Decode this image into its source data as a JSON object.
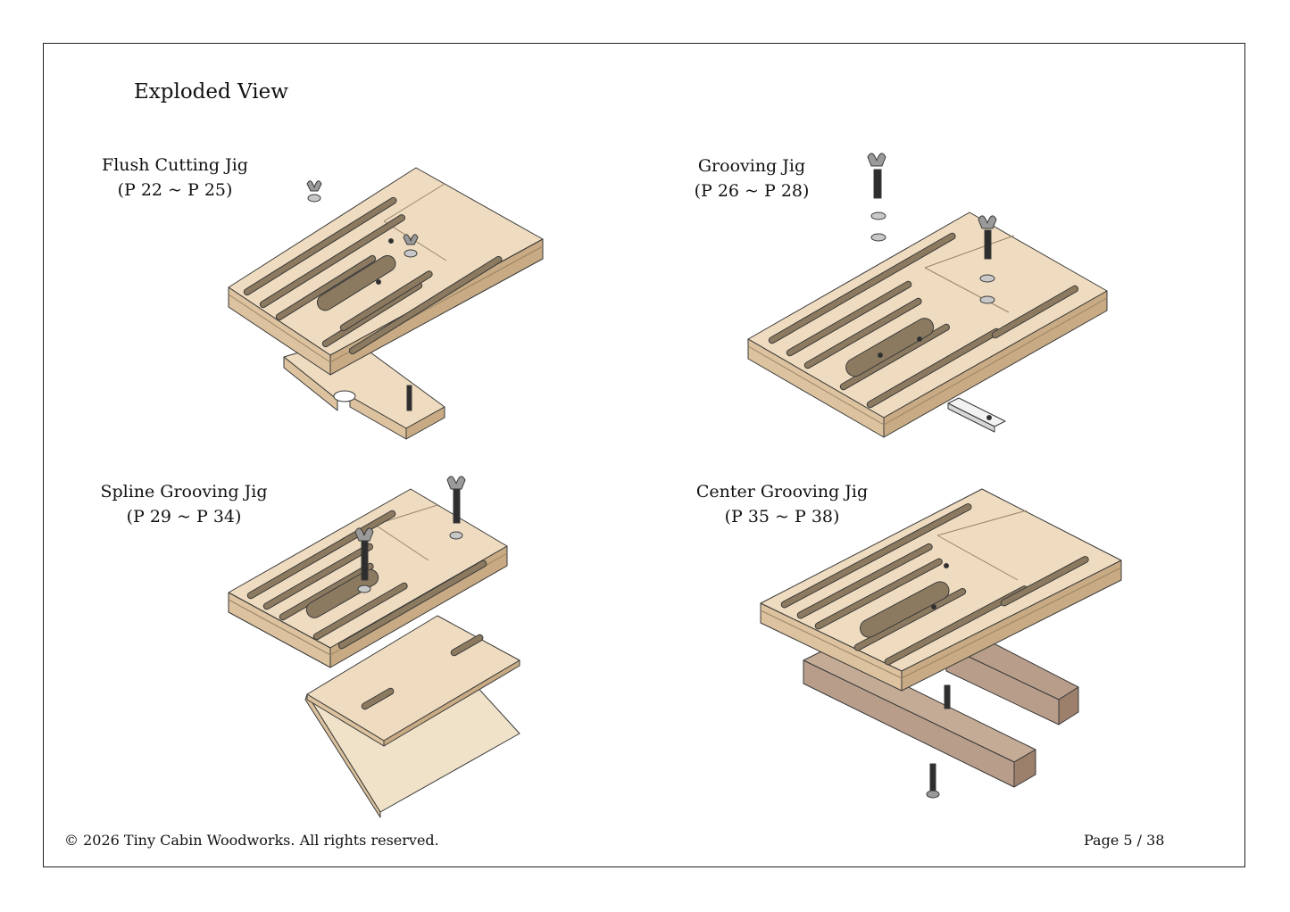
{
  "page_title": "Exploded View",
  "jigs": [
    {
      "name": "Flush Cutting Jig",
      "pages": "(P 22 ~ P 25)"
    },
    {
      "name": "Grooving Jig",
      "pages": "(P 26 ~ P 28)"
    },
    {
      "name": "Spline Grooving Jig",
      "pages": "(P 29 ~ P 34)"
    },
    {
      "name": "Center Grooving Jig",
      "pages": "(P 35 ~ P 38)"
    }
  ],
  "footer": {
    "copyright": "© 2026 Tiny Cabin Woodworks. All rights reserved.",
    "page_number": "Page 5 / 38"
  },
  "colors": {
    "plywood_top": "#efdcc0",
    "plywood_side": "#dcc29e",
    "plywood_edge": "#c8ab84",
    "hardwood": "#b89e8a",
    "hardwood_dark": "#9c806c",
    "metal": "#9a9a9a",
    "bolt": "#2e2e2e",
    "outline": "#3a3a3a"
  }
}
